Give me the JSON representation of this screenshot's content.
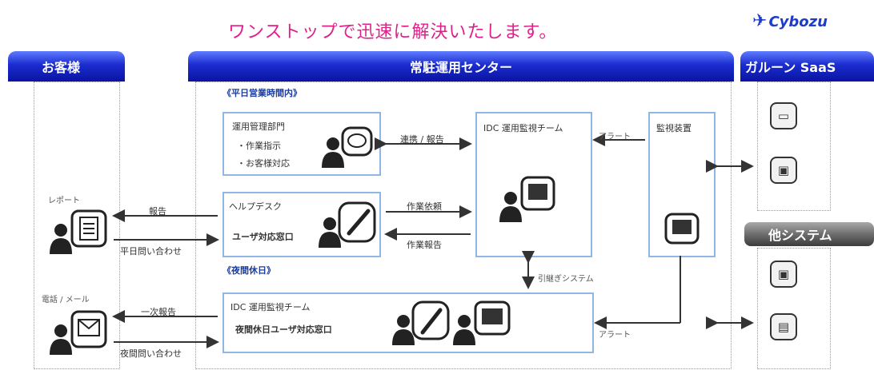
{
  "headline": "ワンストップで迅速に解決いたします。",
  "logo": {
    "icon": "cybozu-logo-mark",
    "text": "Cybozu"
  },
  "columns": {
    "customer": "お客様",
    "center": "常駐運用センター",
    "garoon": "ガルーン SaaS",
    "other": "他システム"
  },
  "sections": {
    "weekday": "《平日営業時間内》",
    "holiday": "《夜間休日》"
  },
  "boxes": {
    "ops_dept": {
      "title": "運用管理部門",
      "items": [
        "・作業指示",
        "・お客様対応"
      ]
    },
    "helpdesk": {
      "title": "ヘルプデスク",
      "sub": "ユーザ対応窓口"
    },
    "idc_team": {
      "title": "IDC 運用監視チーム"
    },
    "monitor": {
      "title": "監視装置"
    },
    "night": {
      "title": "IDC 運用監視チーム",
      "sub": "夜間休日ユーザ対応窓口"
    }
  },
  "labels": {
    "renkei": "連携 / 報告",
    "alert1": "アラート",
    "sagyo_irai": "作業依頼",
    "sagyo_hokoku": "作業報告",
    "hikitsugi": "引継ぎシステム",
    "alert2": "アラート",
    "report_doc": "レポート",
    "hokoku": "報告",
    "weekday_inquiry": "平日問い合わせ",
    "phone_mail": "電話 / メール",
    "first_report": "一次報告",
    "night_inquiry": "夜間問い合わせ"
  }
}
